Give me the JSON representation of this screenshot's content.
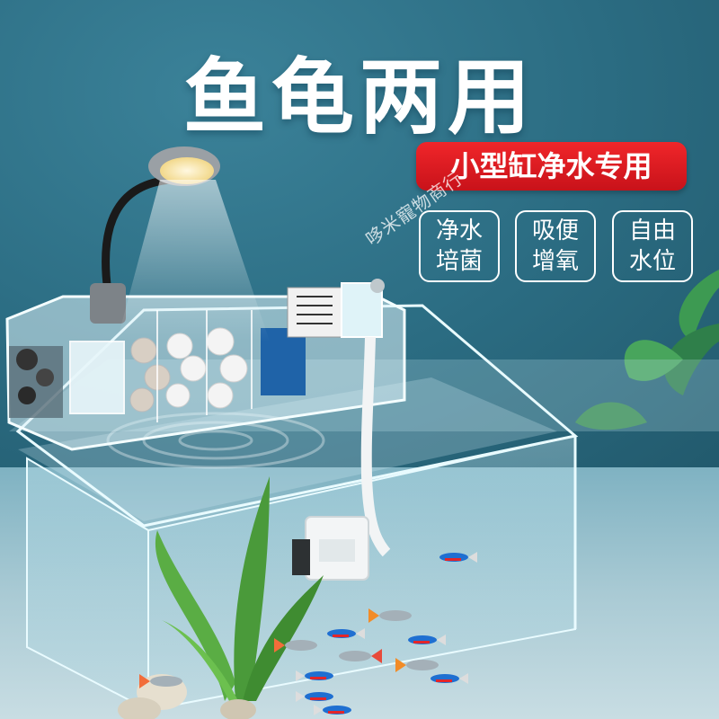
{
  "headline": "鱼龟两用",
  "badge": "小型缸净水专用",
  "features": [
    {
      "line1": "净水",
      "line2": "培菌",
      "icon": "none"
    },
    {
      "line1": "吸便",
      "line2": "增氧",
      "icon": "none"
    },
    {
      "line1": "自由",
      "line2": "水位",
      "icon": "none"
    }
  ],
  "watermark": "哆米寵物商行",
  "colors": {
    "badge": "#e01e24",
    "text": "#ffffff",
    "wall": "#2b6c82"
  }
}
